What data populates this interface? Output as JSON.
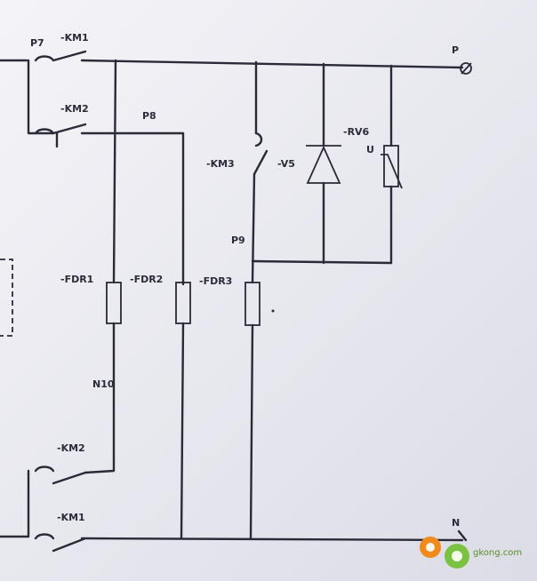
{
  "labels": {
    "p7": "P7",
    "km1_top": "-KM1",
    "km2_top": "-KM2",
    "p8": "P8",
    "p": "P",
    "rv6": "-RV6",
    "u": "U",
    "km3": "-KM3",
    "v5": "-V5",
    "p9": "P9",
    "fdr1": "-FDR1",
    "fdr2": "-FDR2",
    "fdr3": "-FDR3",
    "n10": "N10",
    "km2_bottom": "-KM2",
    "km1_bottom": "-KM1",
    "n": "N"
  },
  "watermark": {
    "text": "gkong.com"
  },
  "colors": {
    "background": "#e8e8ef",
    "ink": "#2a2a38",
    "watermark_gear_orange": "#f08a1c",
    "watermark_gear_green": "#7cc242"
  }
}
